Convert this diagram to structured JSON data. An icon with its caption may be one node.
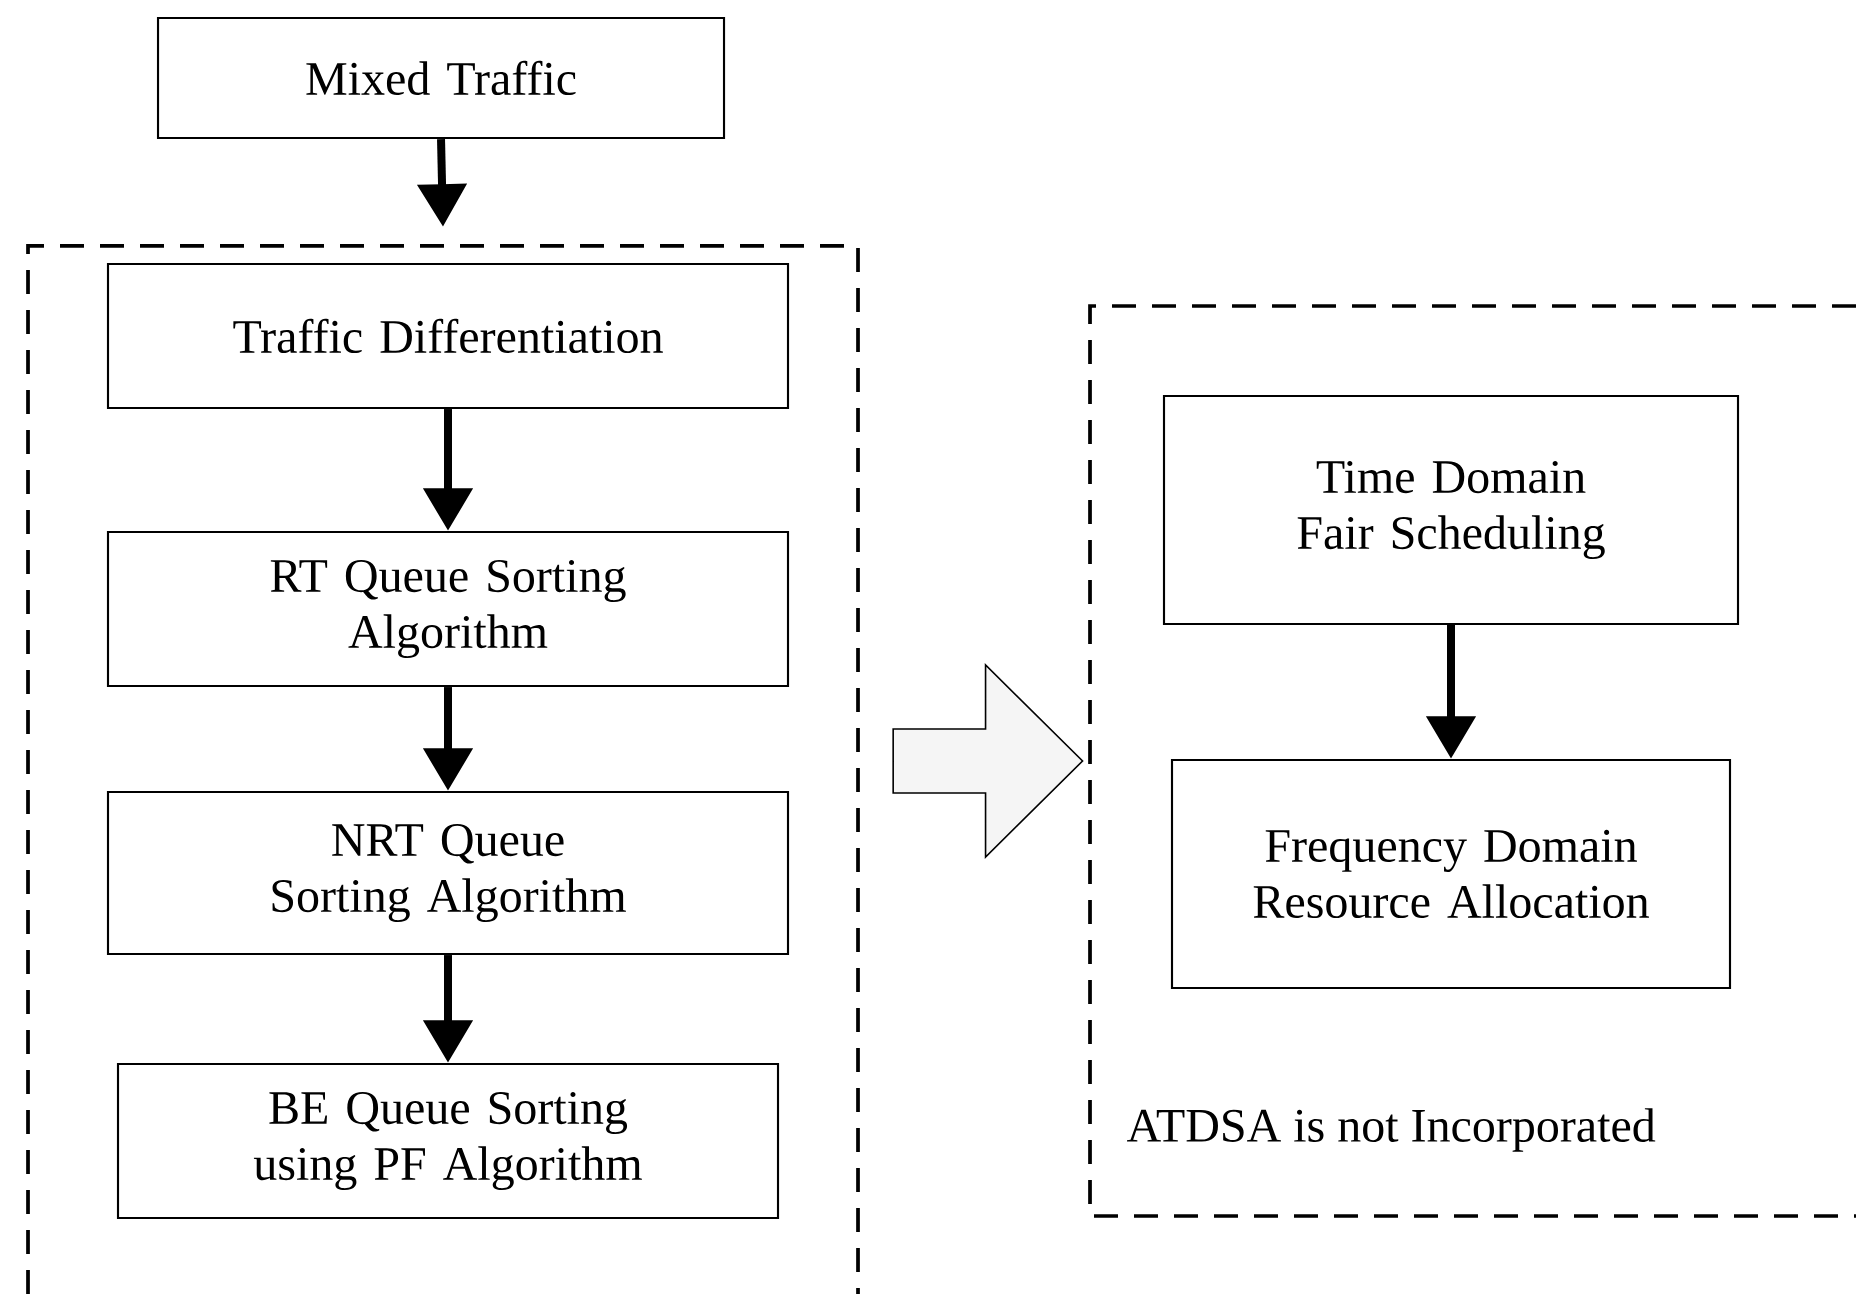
{
  "diagram": {
    "nodes": [
      {
        "text": [
          "Mixed Traffic"
        ]
      },
      {
        "text": [],
        "shape": "box"
      },
      {
        "text": [
          "Traffic Differentiation"
        ],
        "in": 1
      },
      {
        "text": [
          "RT Queue Sorting Algorithm"
        ],
        "in": 1
      },
      {
        "text": [
          "NRT Queue Sorting Algorithm"
        ],
        "in": 1
      },
      {
        "text": [
          "BE Queue Sorting using PF Algorithm"
        ],
        "in": 1
      },
      {
        "text": [],
        "shape": "box"
      },
      {
        "text": [
          "Time Domain Fair Scheduling"
        ],
        "in": 6
      },
      {
        "text": [
          "Frequency Domain Resource Allocation"
        ],
        "in": 6
      }
    ],
    "edges": [
      {
        "from": 0,
        "to": 1,
        "arrow": "to"
      },
      {
        "from": 2,
        "to": 3,
        "arrow": "to"
      },
      {
        "from": 3,
        "to": 4,
        "arrow": "to"
      },
      {
        "from": 4,
        "to": 5,
        "arrow": "to"
      },
      {
        "from": 1,
        "to": 6,
        "arrow": "to",
        "style": "thick"
      },
      {
        "from": 7,
        "to": 8,
        "arrow": "to"
      }
    ],
    "labels": [
      "ATDSA is not Incorporated"
    ]
  }
}
